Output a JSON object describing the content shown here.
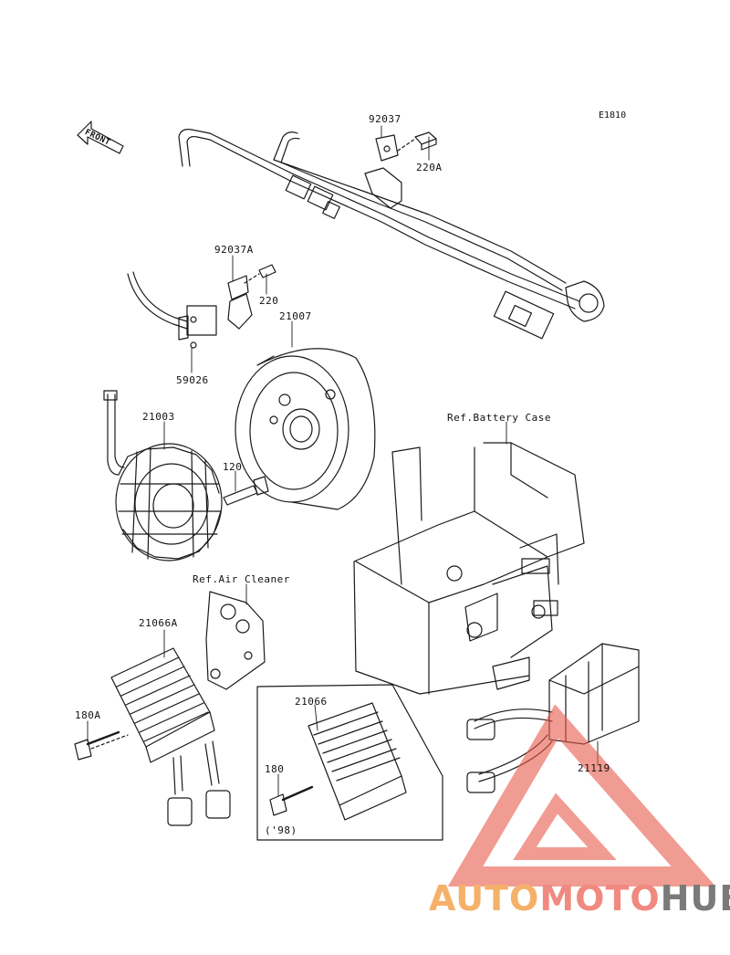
{
  "diagram": {
    "code": "E1810",
    "direction_label": "FRONT",
    "parts": [
      {
        "id": "p92037",
        "label": "92037"
      },
      {
        "id": "p220A",
        "label": "220A"
      },
      {
        "id": "p92037A",
        "label": "92037A"
      },
      {
        "id": "p220",
        "label": "220"
      },
      {
        "id": "p21007",
        "label": "21007"
      },
      {
        "id": "p59026",
        "label": "59026"
      },
      {
        "id": "p21003",
        "label": "21003"
      },
      {
        "id": "p120",
        "label": "120"
      },
      {
        "id": "pRefBattery",
        "label": "Ref.Battery Case"
      },
      {
        "id": "pRefAir",
        "label": "Ref.Air Cleaner"
      },
      {
        "id": "p21066A",
        "label": "21066A"
      },
      {
        "id": "p21066",
        "label": "21066"
      },
      {
        "id": "p180A",
        "label": "180A"
      },
      {
        "id": "p180",
        "label": "180"
      },
      {
        "id": "p98",
        "label": "('98)"
      },
      {
        "id": "p21119",
        "label": "21119"
      }
    ]
  },
  "watermark": {
    "part1": "AUTO",
    "part2": "MOTO",
    "part3": "HUB",
    "colors": {
      "orange": "#f5b16a",
      "red": "#f08a80",
      "gray": "#7a7a7a"
    }
  }
}
